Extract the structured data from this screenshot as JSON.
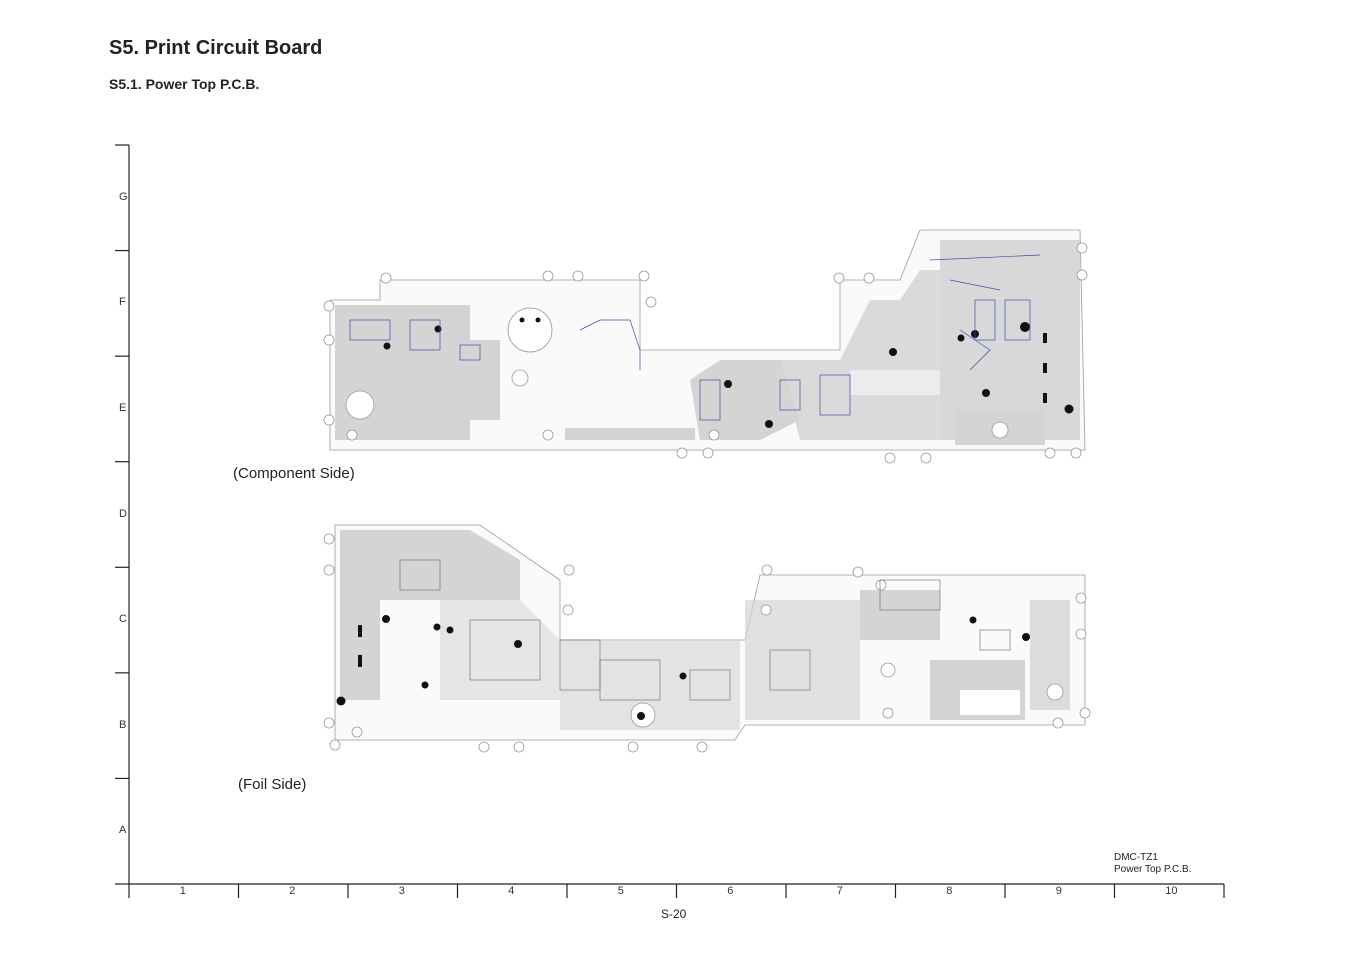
{
  "page": {
    "title": "S5. Print Circuit Board",
    "subtitle": "S5.1. Power Top P.C.B.",
    "page_number": "S-20"
  },
  "grid": {
    "rows": [
      "G",
      "F",
      "E",
      "D",
      "C",
      "B",
      "A"
    ],
    "columns": [
      "1",
      "2",
      "3",
      "4",
      "5",
      "6",
      "7",
      "8",
      "9",
      "10"
    ]
  },
  "boards": {
    "component_side_label": "(Component Side)",
    "foil_side_label": "(Foil Side)"
  },
  "footnote": {
    "model": "DMC-TZ1",
    "board_name": "Power Top P.C.B."
  },
  "colors": {
    "copper_fill": "#d4d4d4",
    "outline": "#9a9a9a",
    "silkscreen_blue": "#3b4fa8",
    "frame": "#222222"
  }
}
